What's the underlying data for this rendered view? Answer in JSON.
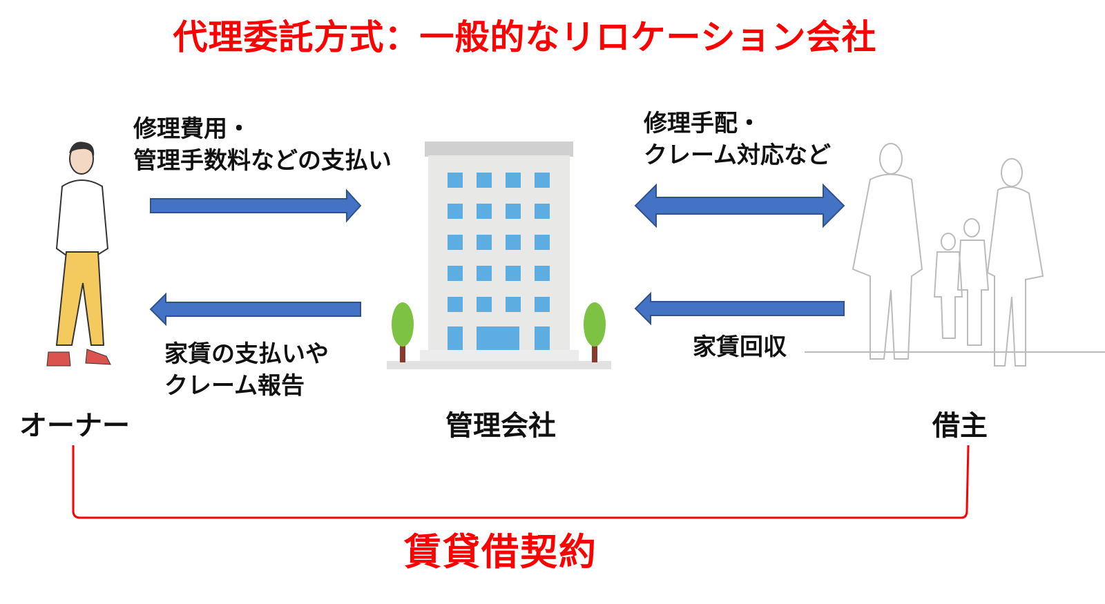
{
  "title": "代理委託方式：一般的なリロケーション会社",
  "flows": {
    "owner_to_company": [
      "修理費用・",
      "管理手数料などの支払い"
    ],
    "company_to_owner": [
      "家賃の支払いや",
      "クレーム報告"
    ],
    "company_tenant": [
      "修理手配・",
      "クレーム対応など"
    ],
    "tenant_to_company": "家賃回収"
  },
  "roles": {
    "owner": "オーナー",
    "company": "管理会社",
    "tenant": "借主"
  },
  "contract": "賃貸借契約",
  "colors": {
    "accent": "#ff0000",
    "arrow": "#4472c4",
    "arrow_border": "#2f528f"
  }
}
